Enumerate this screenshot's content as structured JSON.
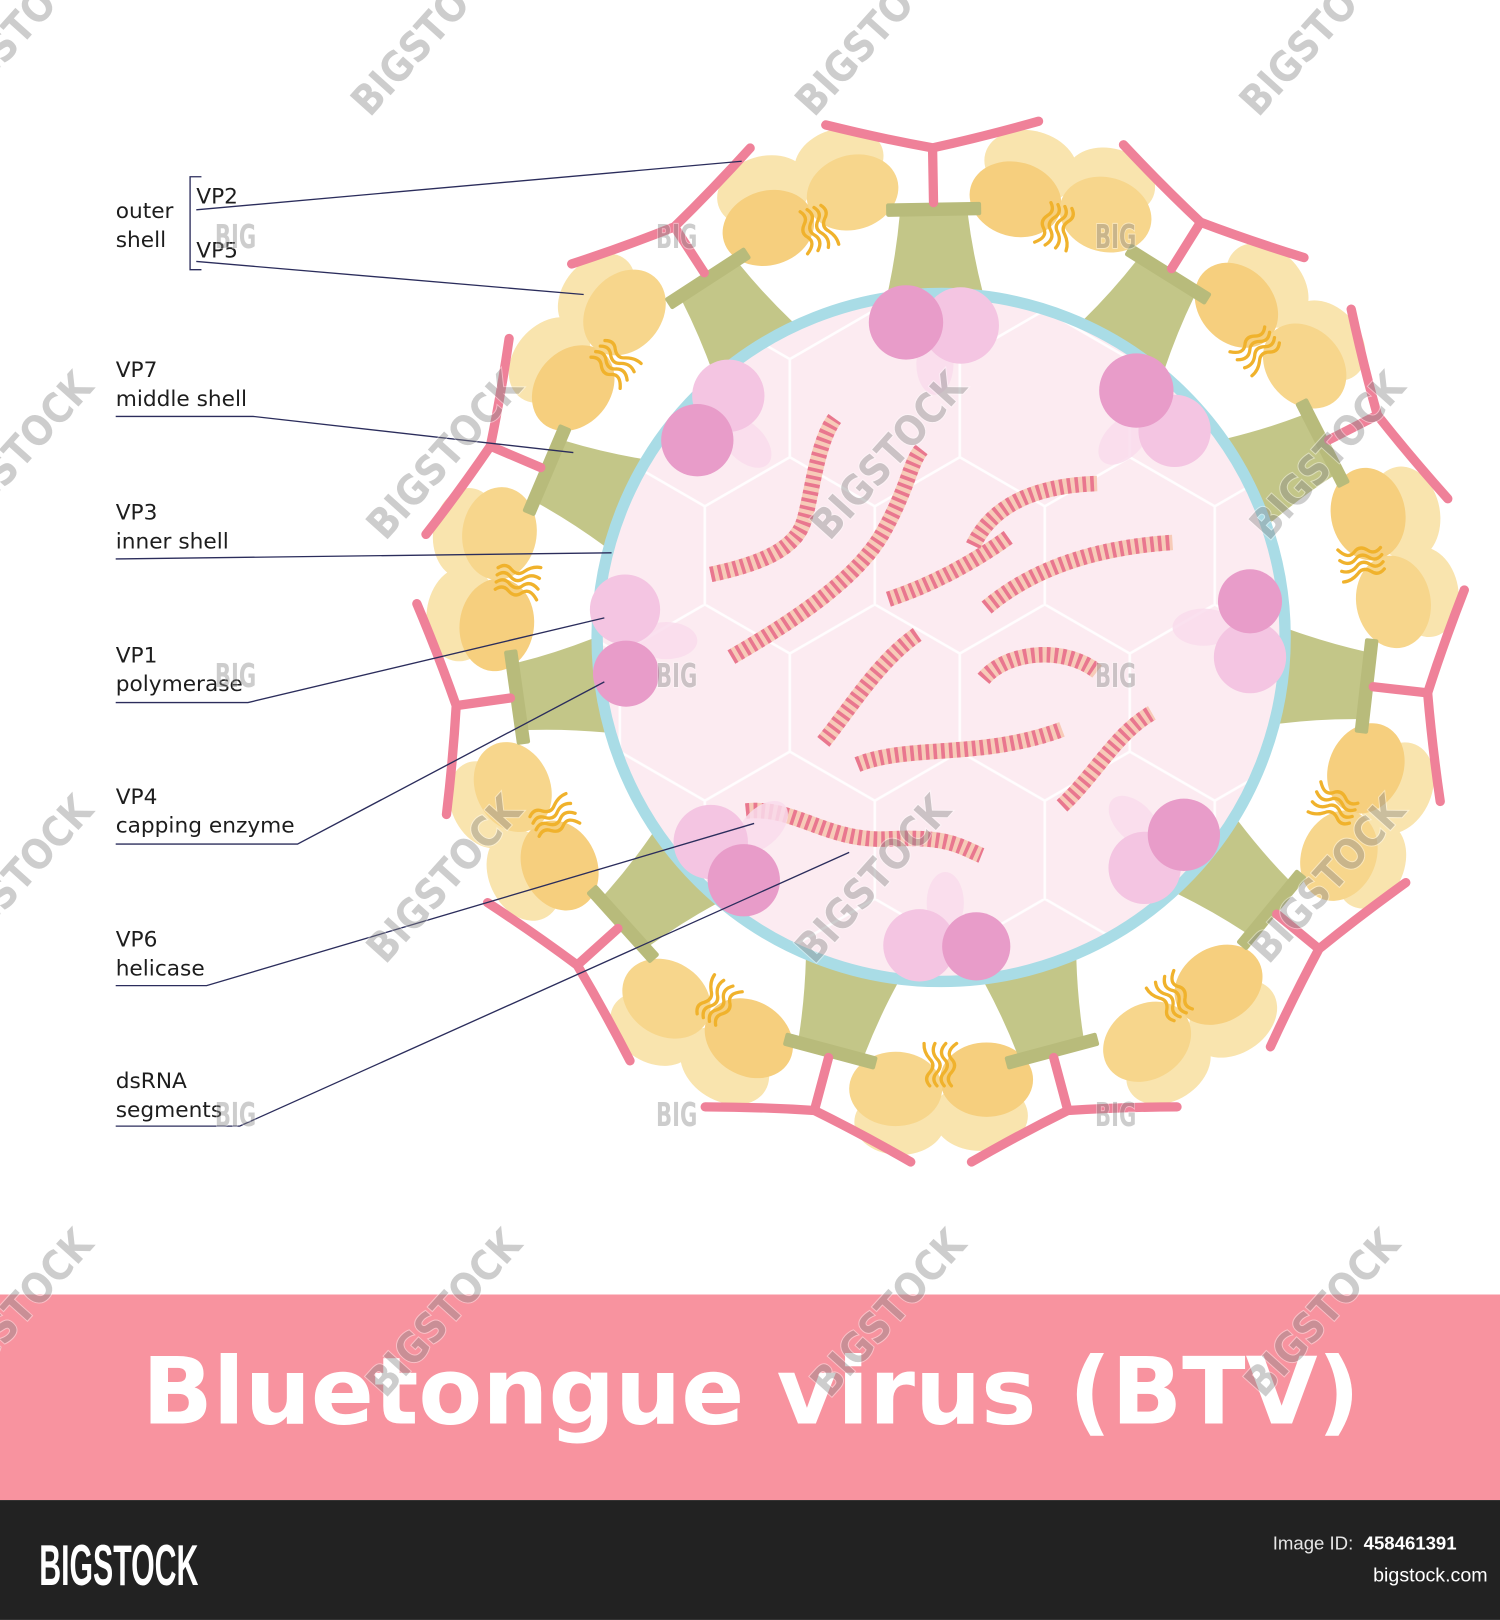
{
  "title": "Bluetongue virus (BTV)",
  "diagram": {
    "labels": {
      "outer_shell": {
        "line1": "outer",
        "line2": "shell"
      },
      "vp2": "VP2",
      "vp5": "VP5",
      "vp7": {
        "name": "VP7",
        "role": "middle shell"
      },
      "vp3": {
        "name": "VP3",
        "role": "inner shell"
      },
      "vp1": {
        "name": "VP1",
        "role": "polymerase"
      },
      "vp4": {
        "name": "VP4",
        "role": "capping enzyme"
      },
      "vp6": {
        "name": "VP6",
        "role": "helicase"
      },
      "dsrna": {
        "name": "dsRNA",
        "role": "segments"
      }
    }
  },
  "footer": {
    "logo": "BIGSTOCK",
    "image_id_label": "Image ID:",
    "image_id": "458461391",
    "site": "bigstock.com"
  },
  "watermark": {
    "brand": "BIGSTOCK",
    "short": "BIG"
  },
  "colors": {
    "background": "#ffffff",
    "banner": "#f8939f",
    "footer": "#222222",
    "label_line": "#2b2d5c",
    "vp2": "#ef8199",
    "vp5": "#f6cf7e",
    "vp5_mid": "#f7d68c",
    "vp5_light": "#f9e4ae",
    "vp5_strand": "#f0b22c",
    "vp7": "#c3c688",
    "vp7_dark": "#b8bb7b",
    "vp3_ring": "#a9dce6",
    "core": "#fcebf1",
    "vp1": "#f4c5e2",
    "vp4": "#e89cc9",
    "vp6": "#f9dcec",
    "dsrna": "#e9778f",
    "dsrna_light": "#f7cbb8"
  }
}
